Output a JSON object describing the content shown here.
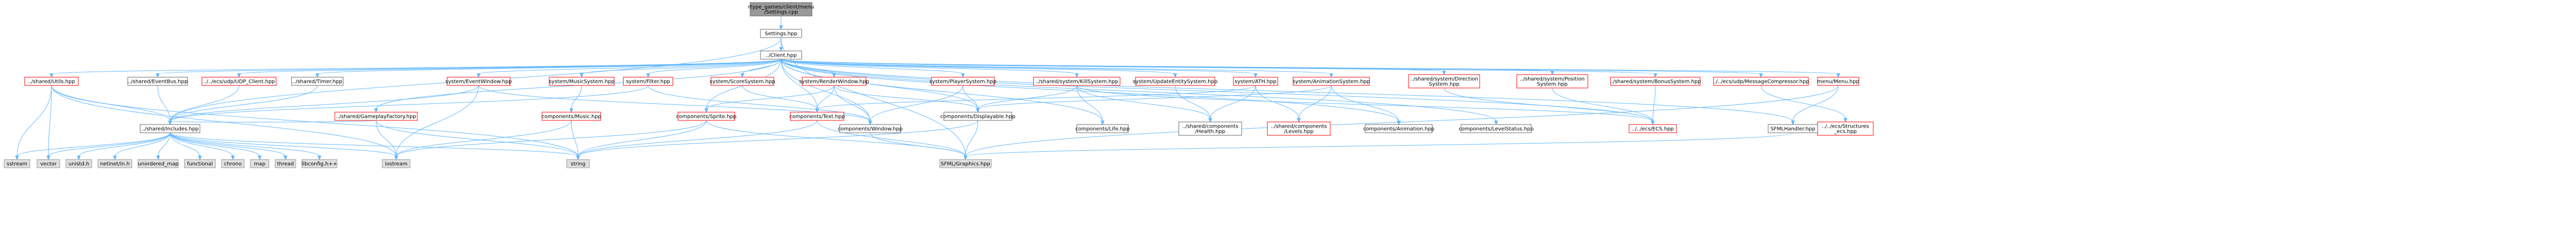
{
  "graph": {
    "nodes": {
      "root": {
        "lines": [
          "rtype_games/client/menu",
          "/Settings.cpp"
        ],
        "style": "root"
      },
      "settings_hpp": {
        "lines": [
          "Settings.hpp"
        ],
        "style": "normal"
      },
      "client_hpp": {
        "lines": [
          "../Client.hpp"
        ],
        "style": "normal"
      },
      "utils_hpp": {
        "lines": [
          "../shared/Utils.hpp"
        ],
        "style": "red"
      },
      "event_bus": {
        "lines": [
          "../shared/EventBus.hpp"
        ],
        "style": "normal"
      },
      "udp_client": {
        "lines": [
          "../../ecs/udp/UDP_Client.hpp"
        ],
        "style": "red"
      },
      "timer_hpp": {
        "lines": [
          "../shared/Timer.hpp"
        ],
        "style": "normal"
      },
      "event_window": {
        "lines": [
          "system/EventWindow.hpp"
        ],
        "style": "red"
      },
      "music_system": {
        "lines": [
          "system/MusicSystem.hpp"
        ],
        "style": "red"
      },
      "filter_hpp": {
        "lines": [
          "system/Filter.hpp"
        ],
        "style": "red"
      },
      "score_system": {
        "lines": [
          "system/ScoreSystem.hpp"
        ],
        "style": "red"
      },
      "render_window": {
        "lines": [
          "system/RenderWindow.hpp"
        ],
        "style": "red"
      },
      "player_system": {
        "lines": [
          "system/PlayerSystem.hpp"
        ],
        "style": "red"
      },
      "kill_system": {
        "lines": [
          "../shared/system/KillSystem.hpp"
        ],
        "style": "red"
      },
      "update_entity": {
        "lines": [
          "system/UpdateEntitySystem.hpp"
        ],
        "style": "red"
      },
      "ath_hpp": {
        "lines": [
          "system/ATH.hpp"
        ],
        "style": "red"
      },
      "animation_system": {
        "lines": [
          "system/AnimationSystem.hpp"
        ],
        "style": "red"
      },
      "direction_system": {
        "lines": [
          "../shared/system/Direction",
          "System.hpp"
        ],
        "style": "red"
      },
      "position_system": {
        "lines": [
          "../shared/system/Position",
          "System.hpp"
        ],
        "style": "red"
      },
      "bonus_system": {
        "lines": [
          "../shared/system/BonusSystem.hpp"
        ],
        "style": "red"
      },
      "message_compressor": {
        "lines": [
          "../../ecs/udp/MessageCompressor.hpp"
        ],
        "style": "red"
      },
      "menu_hpp": {
        "lines": [
          "menu/Menu.hpp"
        ],
        "style": "red"
      },
      "includes_hpp": {
        "lines": [
          "../shared/Includes.hpp"
        ],
        "style": "normal"
      },
      "gameplay_factory": {
        "lines": [
          "../shared/GameplayFactory.hpp"
        ],
        "style": "red"
      },
      "music_hpp": {
        "lines": [
          "components/Music.hpp"
        ],
        "style": "red"
      },
      "sprite_hpp": {
        "lines": [
          "components/Sprite.hpp"
        ],
        "style": "red"
      },
      "text_hpp": {
        "lines": [
          "components/Text.hpp"
        ],
        "style": "red"
      },
      "window_hpp": {
        "lines": [
          "components/Window.hpp"
        ],
        "style": "normal"
      },
      "displayable_hpp": {
        "lines": [
          "components/Displayable.hpp"
        ],
        "style": "normal"
      },
      "life_hpp": {
        "lines": [
          "components/Life.hpp"
        ],
        "style": "normal"
      },
      "health_hpp": {
        "lines": [
          "../shared/components",
          "/Health.hpp"
        ],
        "style": "normal"
      },
      "levels_hpp": {
        "lines": [
          "../shared/components",
          "/Levels.hpp"
        ],
        "style": "red"
      },
      "animation_hpp": {
        "lines": [
          "components/Animation.hpp"
        ],
        "style": "normal"
      },
      "level_status": {
        "lines": [
          "components/LevelStatus.hpp"
        ],
        "style": "normal"
      },
      "ecs_hpp": {
        "lines": [
          "../../ecs/ECS.hpp"
        ],
        "style": "red"
      },
      "sfml_handler": {
        "lines": [
          "SFMLHandler.hpp"
        ],
        "style": "normal"
      },
      "structures_ecs": {
        "lines": [
          "../../ecs/Structures",
          "_ecs.hpp"
        ],
        "style": "red"
      },
      "sfml_graphics": {
        "lines": [
          "SFML/Graphics.hpp"
        ],
        "style": "grey"
      },
      "string": {
        "lines": [
          "string"
        ],
        "style": "grey"
      },
      "iostream": {
        "lines": [
          "iostream"
        ],
        "style": "grey"
      },
      "sstream": {
        "lines": [
          "sstream"
        ],
        "style": "grey"
      },
      "vector": {
        "lines": [
          "vector"
        ],
        "style": "grey"
      },
      "unistd": {
        "lines": [
          "unistd.h"
        ],
        "style": "grey"
      },
      "netinet": {
        "lines": [
          "netinet/in.h"
        ],
        "style": "grey"
      },
      "unordered_map": {
        "lines": [
          "unordered_map"
        ],
        "style": "grey"
      },
      "functional": {
        "lines": [
          "functional"
        ],
        "style": "grey"
      },
      "chrono": {
        "lines": [
          "chrono"
        ],
        "style": "grey"
      },
      "map": {
        "lines": [
          "map"
        ],
        "style": "grey"
      },
      "thread": {
        "lines": [
          "thread"
        ],
        "style": "grey"
      },
      "libconfig": {
        "lines": [
          "libconfig.h++"
        ],
        "style": "grey"
      }
    },
    "colors": {
      "root_fill": "#999999",
      "root_stroke": "#666666",
      "node_fill": "#ffffff",
      "node_stroke": "#666666",
      "red_stroke": "#ff0000",
      "grey_fill": "#e0e0e0",
      "grey_stroke": "#999999",
      "edge": "#63b8ff"
    }
  }
}
